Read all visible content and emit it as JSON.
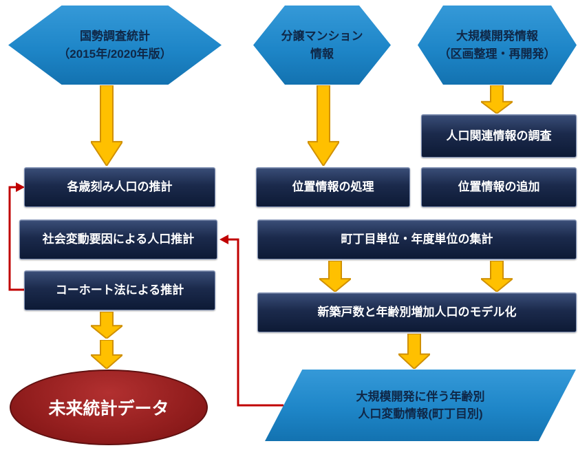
{
  "colors": {
    "source_blue": "#1E86C8",
    "process_navy": "#14223F",
    "arrow_gold": "#FFC000",
    "arrow_gold_border": "#D09000",
    "result_red": "#8F1B1B",
    "feedback_red": "#C00000",
    "box_text": "#FFFFFF",
    "blue_shape_text": "#0F2747"
  },
  "nodes": {
    "census": {
      "label": "国勢調査統計\n（2015年/2020年版）"
    },
    "mansion": {
      "label": "分譲マンション\n情報"
    },
    "large_dev": {
      "label": "大規模開発情報\n（区画整理・再開発）"
    },
    "pop_survey": {
      "label": "人口関連情報の調査"
    },
    "age_estimate": {
      "label": "各歳刻み人口の推計"
    },
    "loc_processing": {
      "label": "位置情報の処理"
    },
    "loc_add": {
      "label": "位置情報の追加"
    },
    "social_change": {
      "label": "社会変動要因による人口推計"
    },
    "aggregation": {
      "label": "町丁目単位・年度単位の集計"
    },
    "cohort": {
      "label": "コーホート法による推計"
    },
    "modeling": {
      "label": "新築戸数と年齢別増加人口のモデル化"
    },
    "future_data": {
      "label": "未来統計データ"
    },
    "dev_pop_change": {
      "label": "大規模開発に伴う年齢別\n人口変動情報(町丁目別)"
    }
  }
}
